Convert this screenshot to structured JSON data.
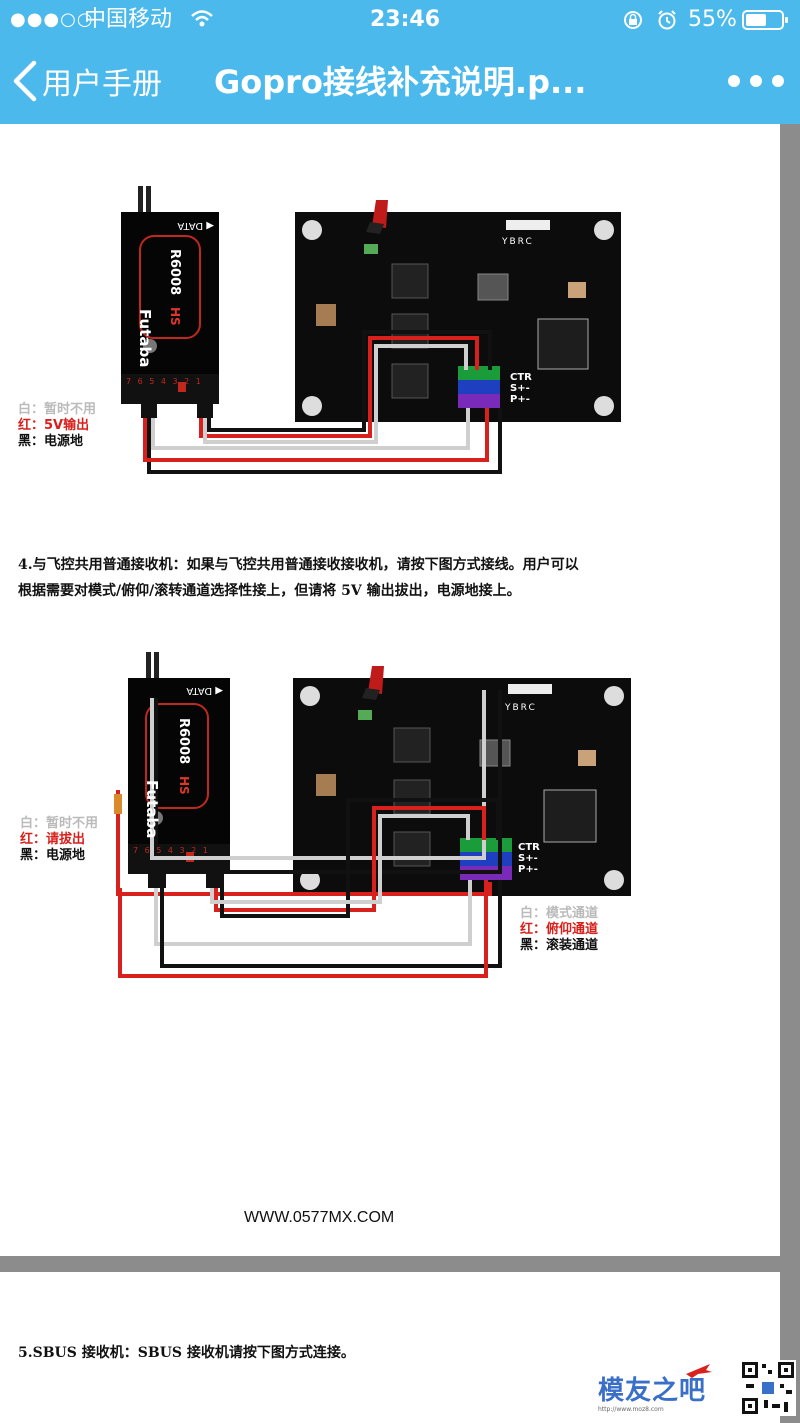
{
  "status": {
    "signal_dots": "●●●○○",
    "carrier": "中国移动",
    "time": "23:46",
    "battery_pct": "55%"
  },
  "nav": {
    "back_label": "用户手册",
    "title": "Gopro接线补充说明.p..."
  },
  "diagram1": {
    "receiver_brand": "Futaba",
    "receiver_model": "R6008",
    "receiver_suffix": "HS",
    "data_label": "◀ DATA",
    "pin_numbers": "7 6 5 4 3 2 1",
    "board_pins": [
      "CTR",
      "S+-",
      "P+-"
    ],
    "board_top_pins": "YBRC",
    "legend": [
      {
        "color": "白：",
        "text": "暂时不用"
      },
      {
        "color": "红：",
        "text": "5V输出"
      },
      {
        "color": "黑：",
        "text": "电源地"
      }
    ]
  },
  "section4": {
    "line1": "4.与飞控共用普通接收机：如果与飞控共用普通接收接收机，请按下图方式接线。用户可以",
    "line2": "根据需要对模式/俯仰/滚转通道选择性接上，但请将 5V 输出拔出，电源地接上。"
  },
  "diagram2": {
    "receiver_brand": "Futaba",
    "receiver_model": "R6008",
    "receiver_suffix": "HS",
    "data_label": "◀ DATA",
    "pin_numbers": "7 6 5 4 3 2 1",
    "board_pins": [
      "CTR",
      "S+-",
      "P+-"
    ],
    "board_top_pins": "YBRC",
    "legend_left": [
      {
        "color": "白：",
        "text": "暂时不用"
      },
      {
        "color": "红：",
        "text": "请拔出"
      },
      {
        "color": "黑：",
        "text": "电源地"
      }
    ],
    "legend_right": [
      {
        "color": "白：",
        "text": "模式通道"
      },
      {
        "color": "红：",
        "text": "俯仰通道"
      },
      {
        "color": "黑：",
        "text": "滚装通道"
      }
    ]
  },
  "website": "WWW.0577MX.COM",
  "section5": {
    "line1": "5.SBUS 接收机：SBUS 接收机请按下图方式连接。"
  },
  "watermark": {
    "text": "模友之吧",
    "url": "http://www.moz8.com"
  },
  "colors": {
    "nav_bg": "#4bb9ec",
    "wire_red": "#d8201c",
    "wire_white": "#cfcfcf",
    "wire_black": "#111111"
  }
}
